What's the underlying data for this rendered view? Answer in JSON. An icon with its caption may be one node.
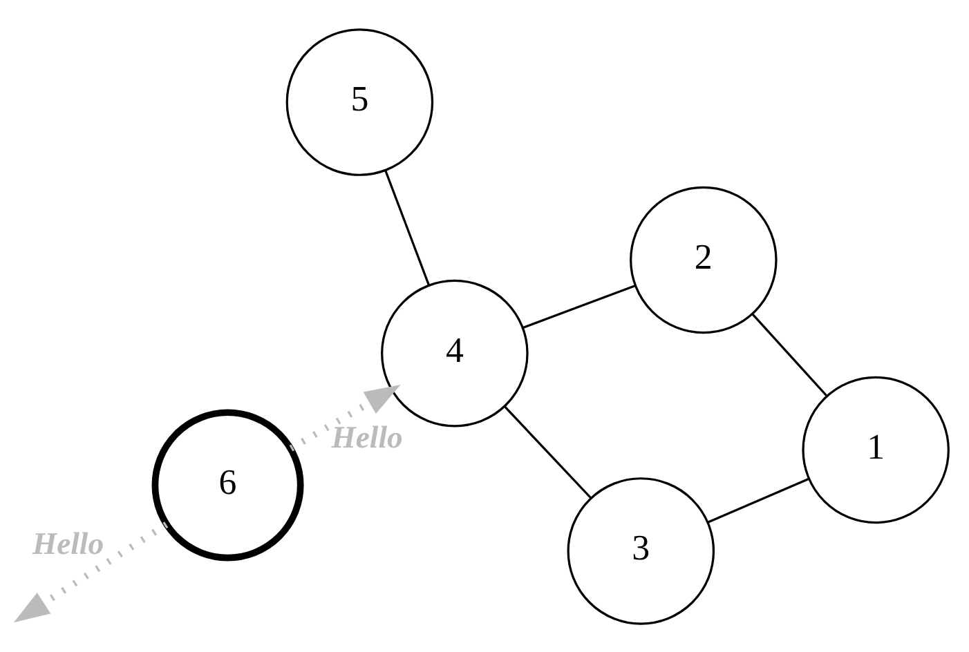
{
  "diagram": {
    "nodes": [
      {
        "text": [
          "5"
        ]
      },
      {
        "text": [
          "2"
        ]
      },
      {
        "text": [
          "1"
        ]
      },
      {
        "text": [
          "4"
        ]
      },
      {
        "text": [
          "3"
        ]
      },
      {
        "text": [
          "6"
        ]
      }
    ],
    "edges": [
      {
        "from": 1,
        "to": 2,
        "arrow": "none"
      },
      {
        "from": 2,
        "to": 4,
        "arrow": "none"
      },
      {
        "from": 0,
        "to": 3,
        "arrow": "none"
      },
      {
        "from": 3,
        "to": 1,
        "arrow": "none"
      },
      {
        "from": 3,
        "to": 4,
        "arrow": "none"
      },
      {
        "from": 5,
        "to": 3,
        "arrow": "to",
        "label": "Hello",
        "style": "dashed",
        "color": "#bbbbbb"
      },
      {
        "from": 5,
        "to": null,
        "arrow": "to",
        "label": "Hello",
        "style": "dashed",
        "color": "#bbbbbb"
      }
    ]
  }
}
